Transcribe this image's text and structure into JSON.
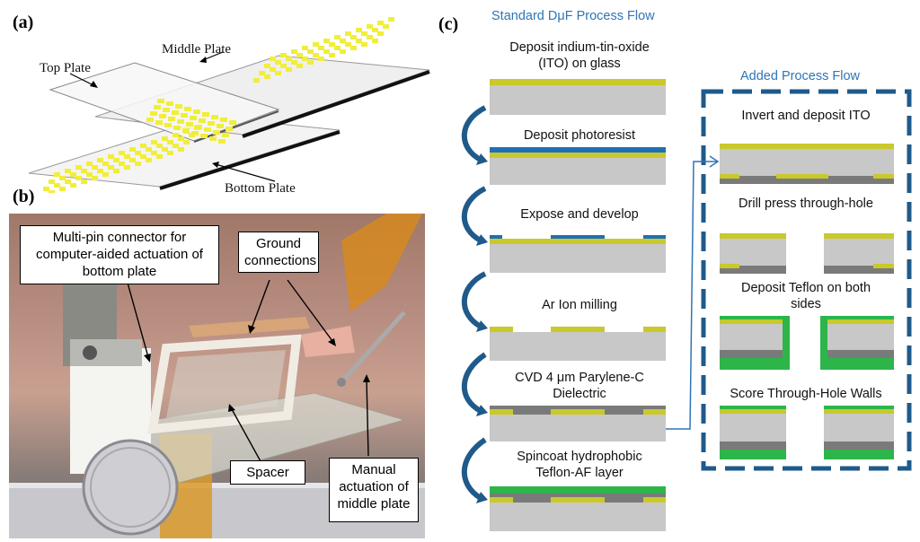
{
  "panel_a": {
    "letter": "(a)",
    "labels": {
      "middle": "Middle Plate",
      "top": "Top Plate",
      "bottom": "Bottom Plate"
    }
  },
  "panel_b": {
    "letter": "(b)",
    "callouts": {
      "connector": "Multi-pin connector for computer-aided actuation of bottom plate",
      "ground": "Ground connections",
      "spacer": "Spacer",
      "manual": "Manual actuation of middle plate"
    }
  },
  "panel_c": {
    "letter": "(c)",
    "standard_title": "Standard DμF Process Flow",
    "added_title": "Added Process Flow",
    "standard_steps": [
      "Deposit indium-tin-oxide (ITO) on glass",
      "Deposit photoresist",
      "Expose and develop",
      "Ar Ion milling",
      "CVD 4 μm Parylene-C Dielectric",
      "Spincoat hydrophobic Teflon-AF layer"
    ],
    "added_steps": [
      "Invert and deposit ITO",
      "Drill press through-hole",
      "Deposit Teflon on both sides",
      "Score Through-Hole Walls"
    ]
  },
  "colors": {
    "ito": "#c9c92c",
    "glass": "#c8c8c8",
    "photoresist": "#1f6fb5",
    "parylene": "#7a7a7a",
    "teflon": "#2db54a",
    "arrow": "#1f5a8a",
    "dash_box": "#1f5a8a",
    "title_blue": "#2e75b6"
  }
}
